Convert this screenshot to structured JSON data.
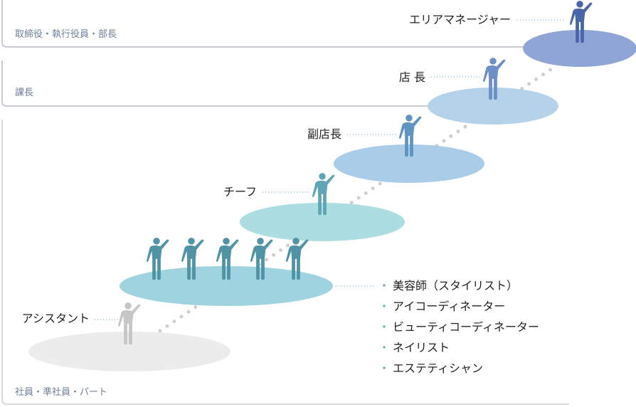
{
  "bands": {
    "top": "取締役・執行役員・部長",
    "middle": "課長",
    "bottom": "社員・準社員・パート"
  },
  "levels": {
    "area_manager": "エリアマネージャー",
    "store_manager": "店 長",
    "deputy_manager": "副店長",
    "chief": "チーフ",
    "assistant": "アシスタント"
  },
  "roles": [
    "美容師（スタイリスト）",
    "アイコーディネーター",
    "ビューティコーディネーター",
    "ネイリスト",
    "エステティシャン"
  ],
  "colors": {
    "area_manager_disc": "#8fa5d6",
    "area_manager_figure": "#4a66a8",
    "store_manager_disc": "#b4d3ea",
    "store_manager_figure": "#6d8fc6",
    "deputy_disc": "#a9cde8",
    "deputy_figure": "#5f93c0",
    "chief_disc": "#abdde1",
    "chief_figure": "#5fa5b5",
    "staff_disc": "#9fd3df",
    "staff_figure": "#4f93a5",
    "assistant_disc": "#ececec",
    "assistant_figure": "#c6c6c6",
    "band_border": "#c7ccd3",
    "band_text": "#6c7f99",
    "leader_line": "#9fc4de",
    "path_dots": "#cfcfcf",
    "bullet": "#6fb2c7"
  },
  "icons": {
    "figure": "person-raising-hand-icon",
    "bullet": "bullet-dot-icon"
  }
}
